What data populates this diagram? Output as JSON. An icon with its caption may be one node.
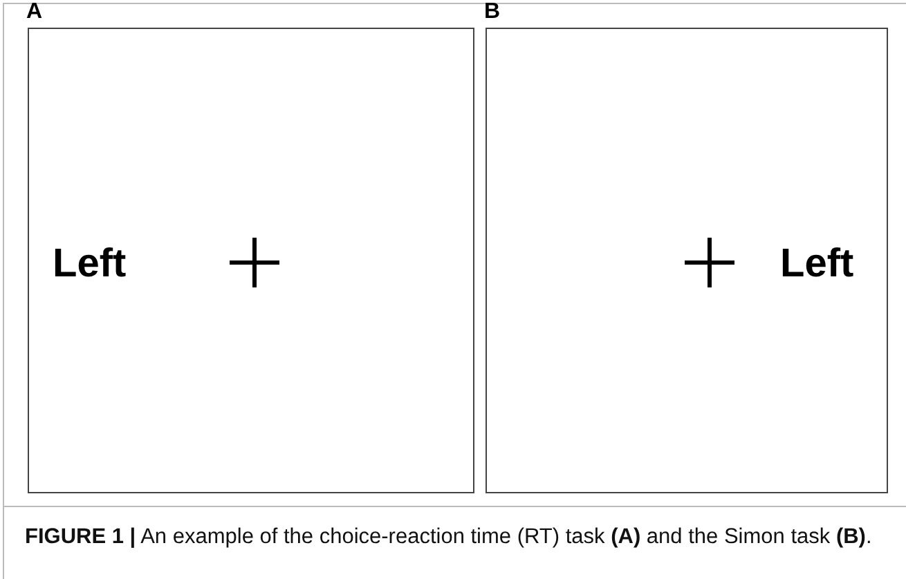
{
  "diagram": {
    "caption": "**FIGURE 1 |** An example of the choice-reaction time (RT) task **(A)** and the Simon task **(B)**.",
    "nodes": [
      {
        "text": [
          "A",
          "Left"
        ]
      },
      {
        "text": [
          "B",
          "Left"
        ]
      }
    ]
  }
}
